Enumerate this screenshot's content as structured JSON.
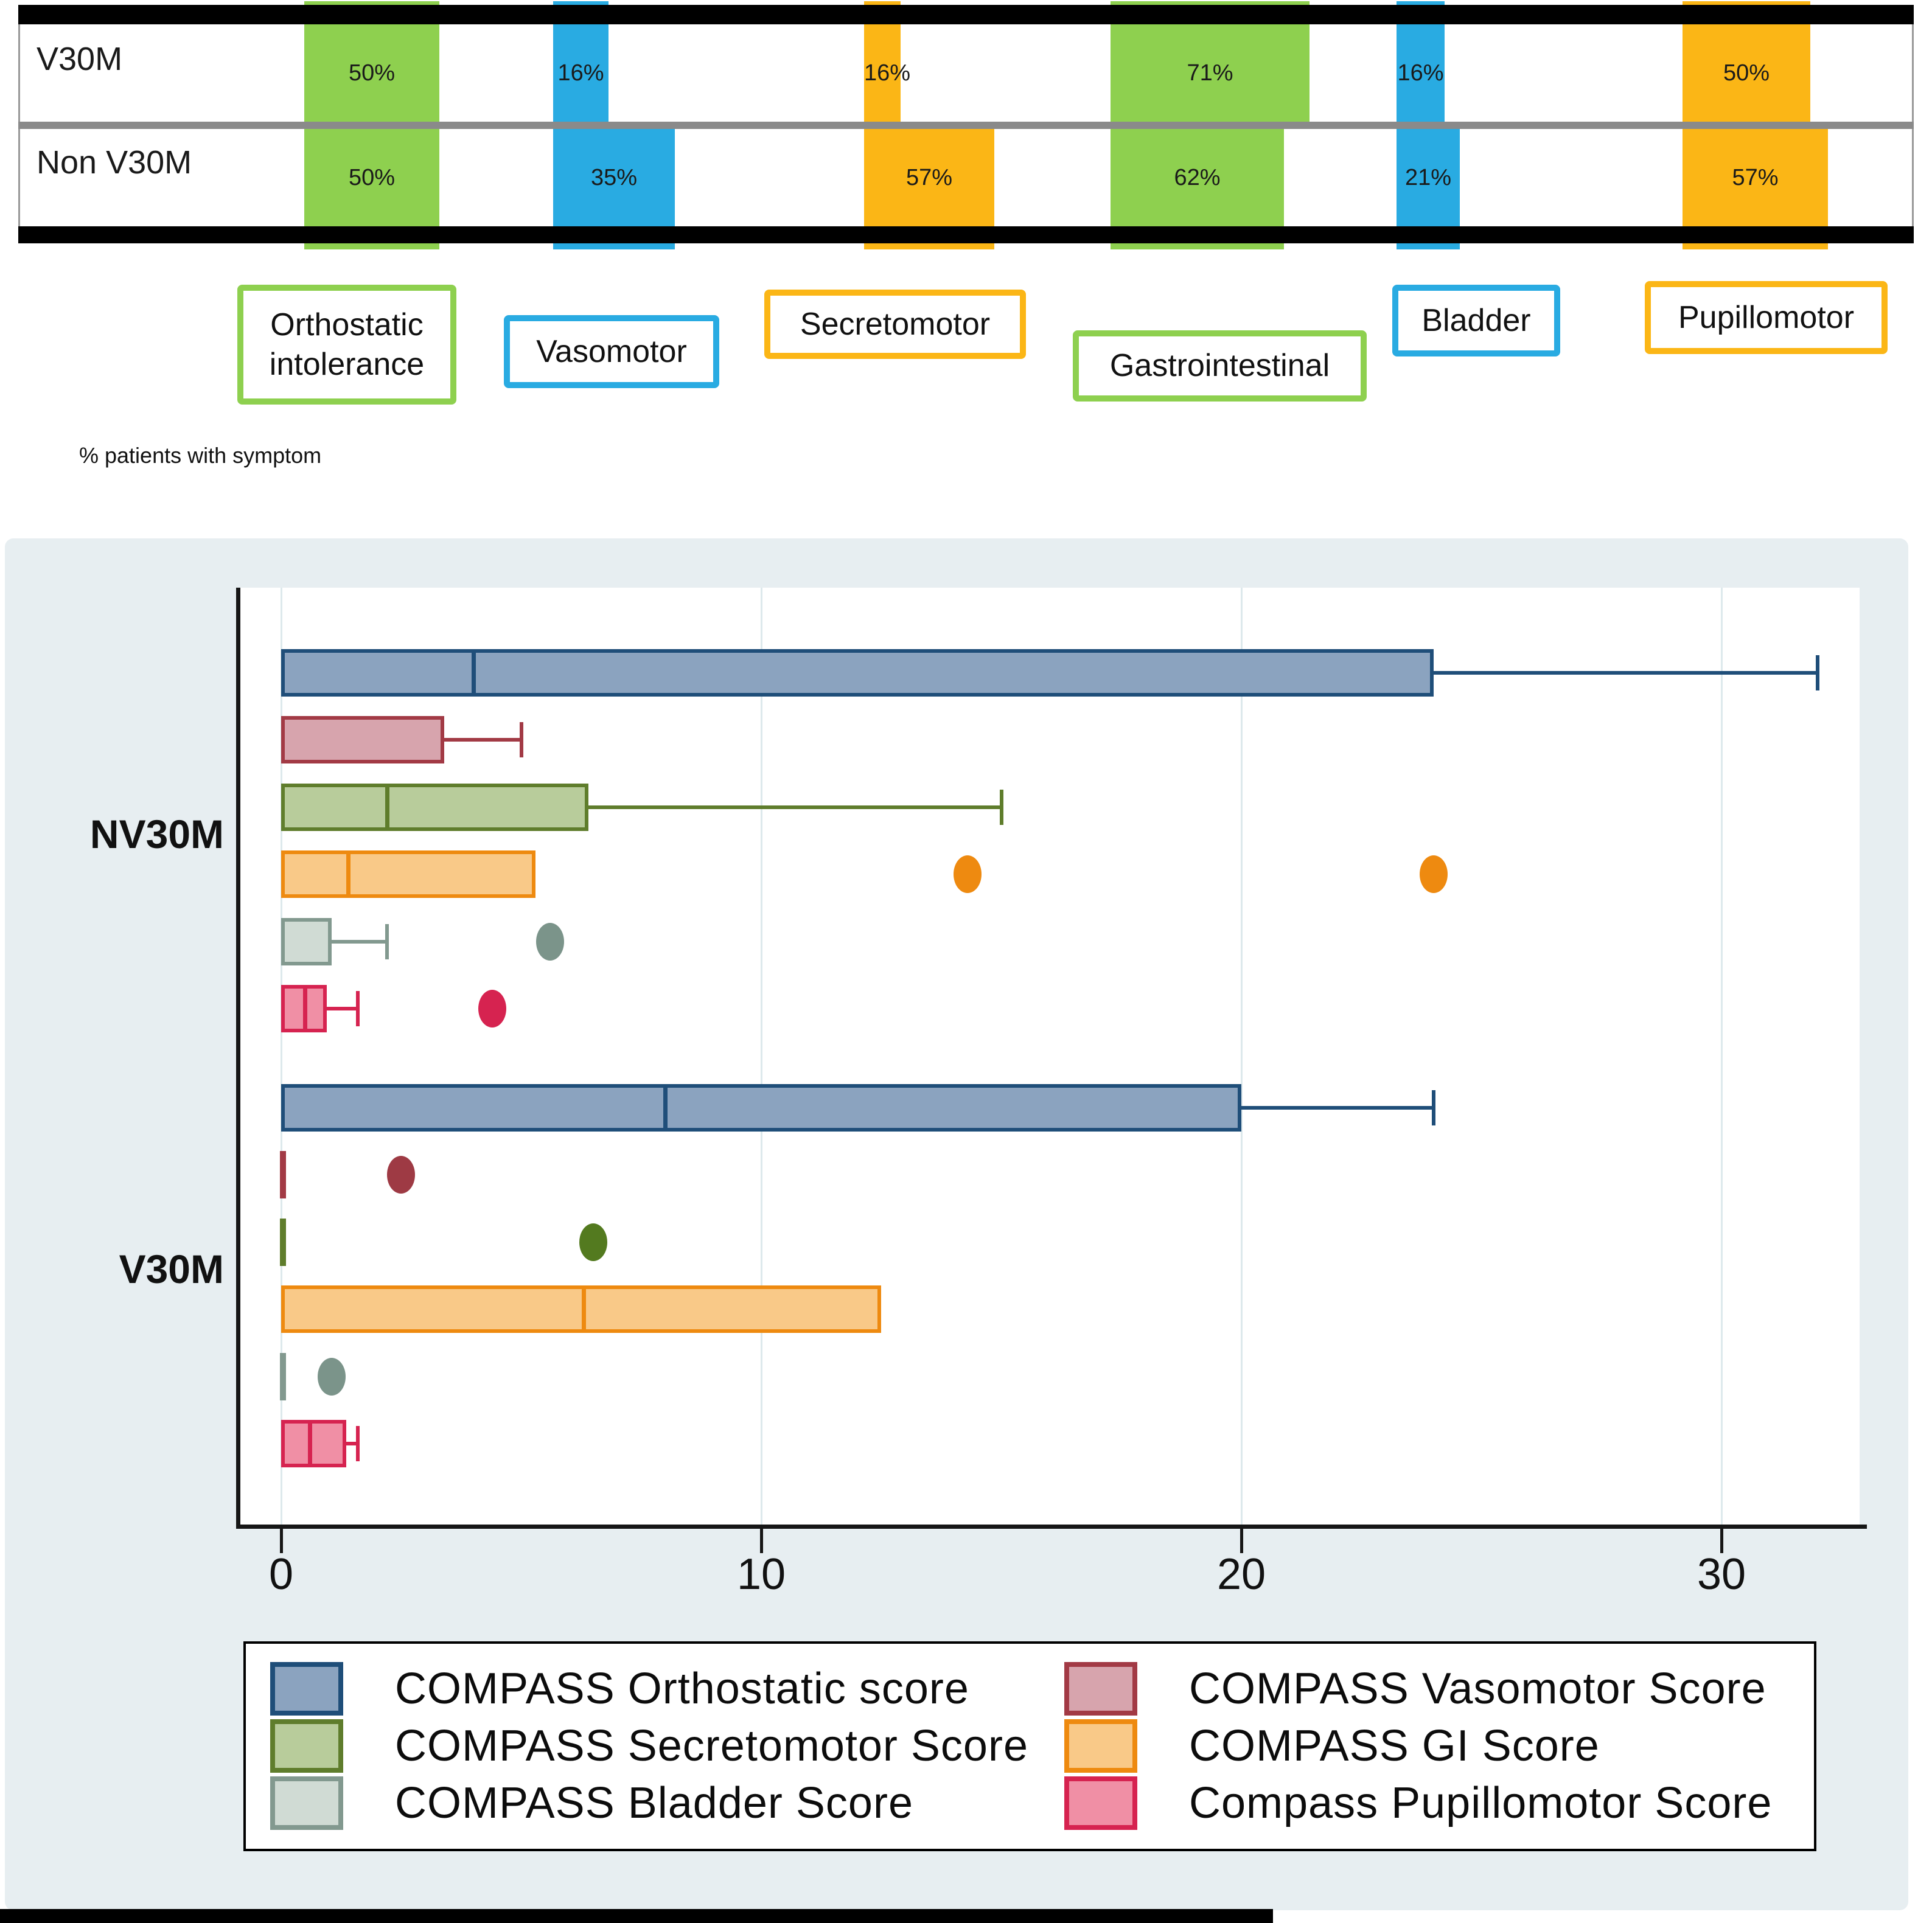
{
  "chart_data": [
    {
      "type": "bar",
      "title": "% patients with symptom",
      "rows": [
        "V30M",
        "Non V30M"
      ],
      "categories": [
        "Orthostatic intolerance",
        "Vasomotor",
        "Secretomotor",
        "Gastrointestinal",
        "Bladder",
        "Pupillomotor"
      ],
      "series_colors": [
        "#8ed04f",
        "#29abe2",
        "#fbb616",
        "#8ed04f",
        "#29abe2",
        "#fbb616"
      ],
      "values_pct": [
        [
          50,
          16,
          16,
          71,
          16,
          50
        ],
        [
          50,
          35,
          57,
          62,
          21,
          57
        ]
      ]
    },
    {
      "type": "boxplot",
      "orientation": "horizontal",
      "x_ticks": [
        0,
        10,
        20,
        30
      ],
      "xlim": [
        0,
        33.5
      ],
      "grid": true,
      "legend_position": "bottom",
      "series": [
        {
          "name": "COMPASS Orthostatic score",
          "fill": "#8ba3bf",
          "stroke": "#1f4e79",
          "dot": "#1f4e79"
        },
        {
          "name": "COMPASS Vasomotor Score",
          "fill": "#d7a4ad",
          "stroke": "#a23a45",
          "dot": "#9e3a44"
        },
        {
          "name": "COMPASS Secretomotor Score",
          "fill": "#b8cc9b",
          "stroke": "#5f7d2c",
          "dot": "#537a1f"
        },
        {
          "name": "COMPASS GI Score",
          "fill": "#f9c988",
          "stroke": "#ee8a10",
          "dot": "#ee8a10"
        },
        {
          "name": "COMPASS Bladder Score",
          "fill": "#d0dbd4",
          "stroke": "#82998f",
          "dot": "#7b948a"
        },
        {
          "name": "Compass Pupillomotor Score",
          "fill": "#f08fa5",
          "stroke": "#d62350",
          "dot": "#d62350"
        }
      ],
      "groups": [
        {
          "label": "NV30M",
          "boxes": [
            {
              "series": 0,
              "q1": 0,
              "median": 4,
              "q3": 24,
              "whisker_max": 32,
              "outliers": []
            },
            {
              "series": 1,
              "q1": 0,
              "median": 0,
              "q3": 3.4,
              "whisker_max": 5,
              "outliers": []
            },
            {
              "series": 2,
              "q1": 0,
              "median": 2.2,
              "q3": 6.4,
              "whisker_max": 15,
              "outliers": []
            },
            {
              "series": 3,
              "q1": 0,
              "median": 1.4,
              "q3": 5.3,
              "whisker_max": 5.3,
              "outliers": [
                14.3,
                24
              ]
            },
            {
              "series": 4,
              "q1": 0,
              "median": 0,
              "q3": 1.05,
              "whisker_max": 2.2,
              "outliers": [
                5.6
              ]
            },
            {
              "series": 5,
              "q1": 0,
              "median": 0.5,
              "q3": 0.95,
              "whisker_max": 1.6,
              "outliers": [
                4.4
              ]
            }
          ]
        },
        {
          "label": "V30M",
          "boxes": [
            {
              "series": 0,
              "q1": 0,
              "median": 8,
              "q3": 20,
              "whisker_max": 24,
              "outliers": []
            },
            {
              "series": 1,
              "q1": 0,
              "median": 0,
              "q3": 0,
              "whisker_max": 0,
              "outliers": [
                2.5
              ]
            },
            {
              "series": 2,
              "q1": 0,
              "median": 0,
              "q3": 0,
              "whisker_max": 0,
              "outliers": [
                6.5
              ]
            },
            {
              "series": 3,
              "q1": 0,
              "median": 6.3,
              "q3": 12.5,
              "whisker_max": 12.5,
              "outliers": []
            },
            {
              "series": 4,
              "q1": 0,
              "median": 0,
              "q3": 0,
              "whisker_max": 0,
              "outliers": [
                1.05
              ]
            },
            {
              "series": 5,
              "q1": 0,
              "median": 0.6,
              "q3": 1.35,
              "whisker_max": 1.6,
              "outliers": []
            }
          ]
        }
      ],
      "legend": [
        "COMPASS Orthostatic score",
        "COMPASS Vasomotor Score",
        "COMPASS Secretomotor Score",
        "COMPASS GI Score",
        "COMPASS Bladder Score",
        "Compass Pupillomotor Score"
      ]
    }
  ]
}
